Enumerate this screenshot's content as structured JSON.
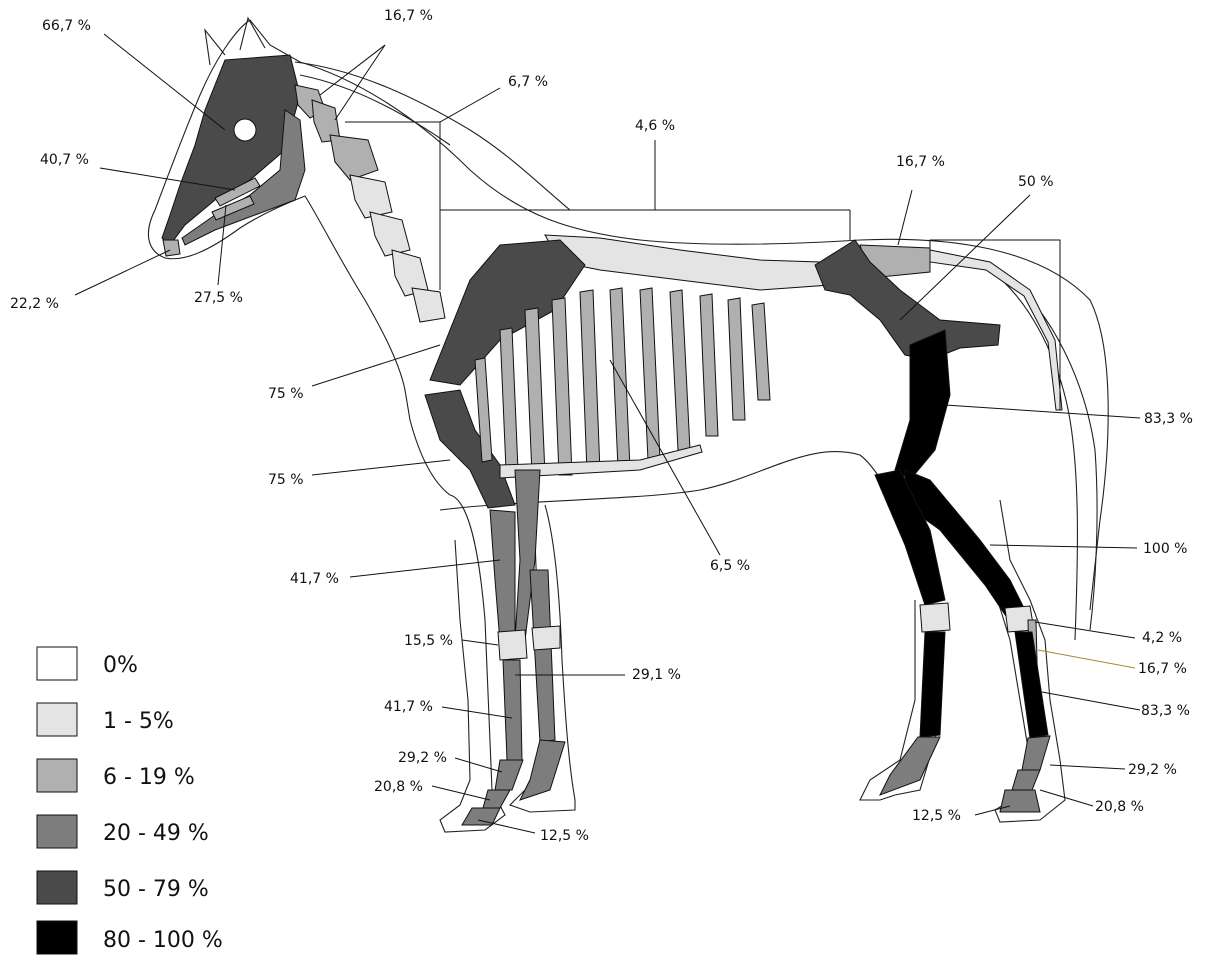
{
  "colors": {
    "c0": "#ffffff",
    "c1": "#e4e4e4",
    "c2": "#b0b0b0",
    "c3": "#7d7d7d",
    "c4": "#4a4a4a",
    "c5": "#000000"
  },
  "labels": {
    "skull": "66,7 %",
    "atlas_axis": "16,7 %",
    "cervical": "6,7 %",
    "thoracic": "4,6 %",
    "sacrum": "16,7 %",
    "pelvis": "50 %",
    "upper_teeth": "40,7 %",
    "incisors": "22,2 %",
    "lower_teeth": "27,5 %",
    "scapula": "75 %",
    "humerus": "75 %",
    "radius": "41,7 %",
    "ribs": "6,5 %",
    "carpus": "15,5 %",
    "metacarpal_small": "29,1 %",
    "metacarpal": "41,7 %",
    "fore_p1": "29,2 %",
    "fore_p2": "20,8 %",
    "fore_p3": "12,5 %",
    "femur": "83,3 %",
    "tibia": "100 %",
    "tarsus": "4,2 %",
    "metatarsal_small": "16,7 %",
    "metatarsal": "83,3 %",
    "hind_p1": "29,2 %",
    "hind_p2": "20,8 %",
    "hind_p3": "12,5 %"
  },
  "legend": [
    {
      "label": "0%",
      "color": "#ffffff"
    },
    {
      "label": "1 - 5%",
      "color": "#e4e4e4"
    },
    {
      "label": "6 - 19 %",
      "color": "#b0b0b0"
    },
    {
      "label": "20 - 49 %",
      "color": "#7d7d7d"
    },
    {
      "label": "50 - 79 %",
      "color": "#4a4a4a"
    },
    {
      "label": "80 - 100 %",
      "color": "#000000"
    }
  ]
}
